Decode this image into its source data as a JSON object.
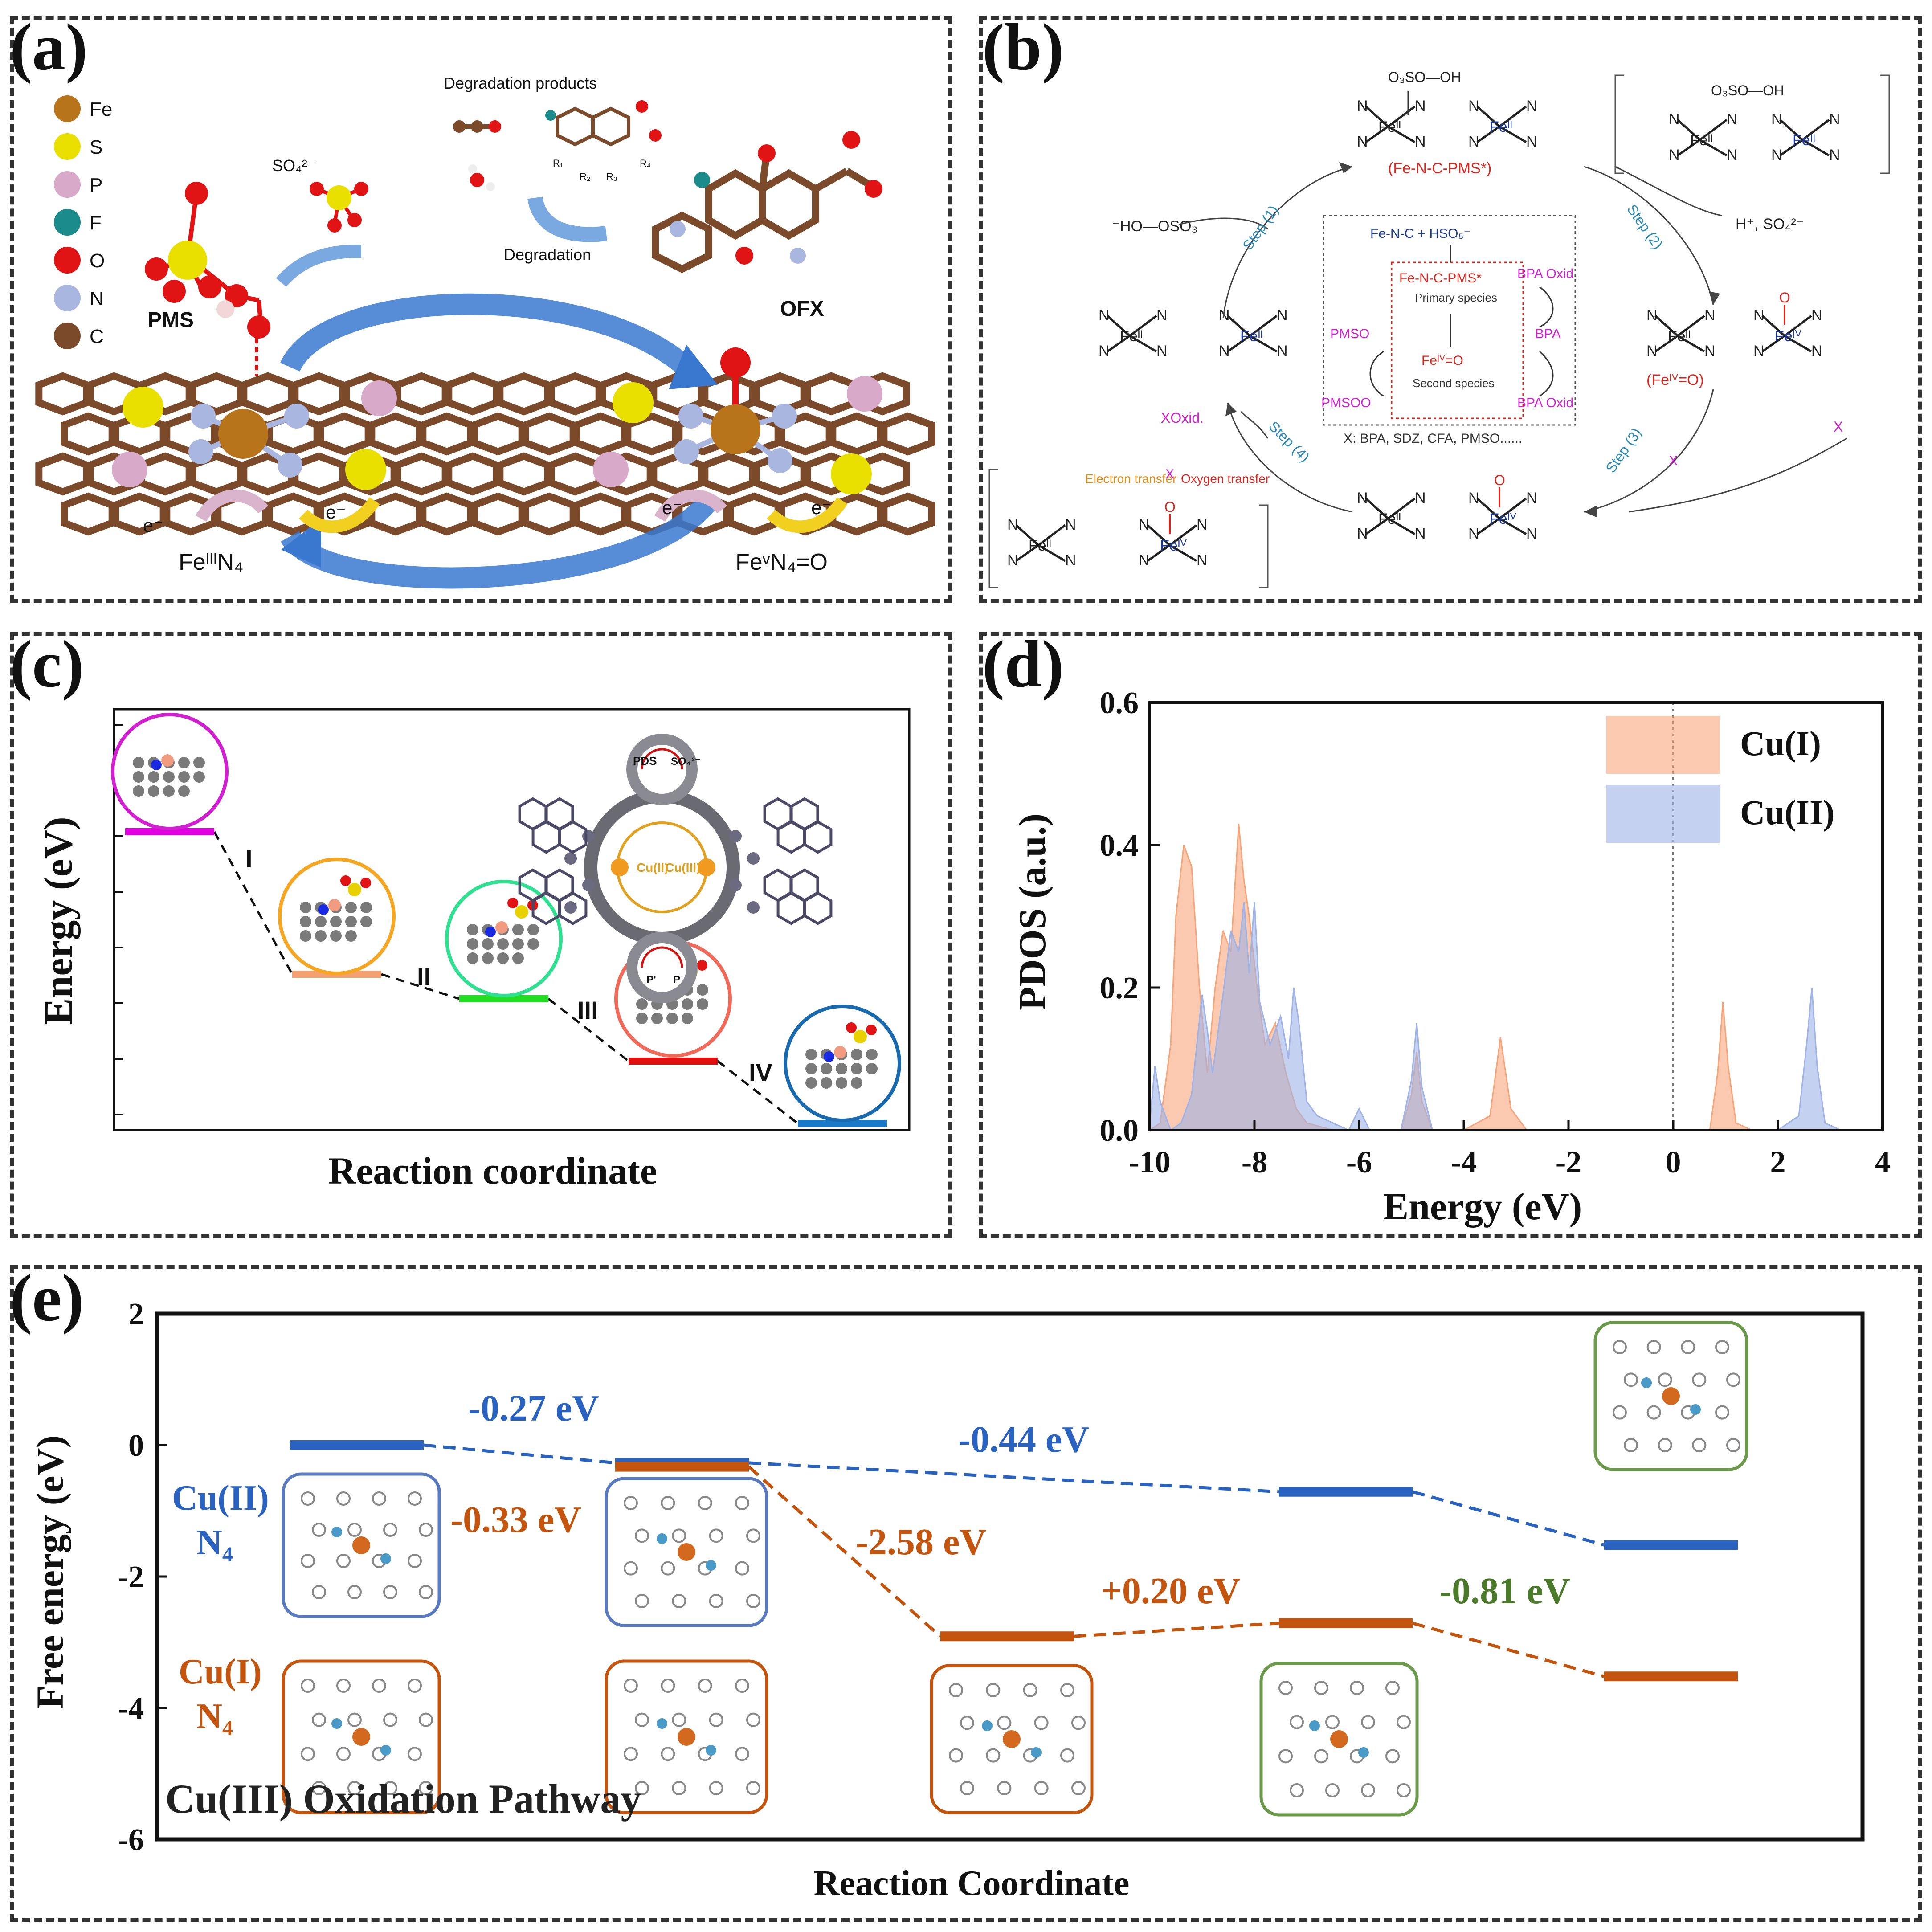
{
  "panel_a": {
    "label": "(a)",
    "legend": [
      "Fe",
      "S",
      "P",
      "F",
      "O",
      "N",
      "C"
    ],
    "legend_colors": [
      "#b8741a",
      "#e9e000",
      "#d8a9c9",
      "#1a8a8a",
      "#e01414",
      "#a9b6e0",
      "#7a4a2a"
    ],
    "pms": "PMS",
    "so4": "SO₄²⁻",
    "degradation_products": "Degradation products",
    "degradation": "Degradation",
    "ofx": "OFX",
    "r_labels": [
      "R₁",
      "R₂",
      "R₃",
      "R₄"
    ],
    "electron": "e⁻",
    "fe3": "FeᴵᴵᴵN₄",
    "fe5": "FeᵛN₄=O"
  },
  "panel_b": {
    "label": "(b)",
    "o3so_oh": "O₃SO—OH",
    "fe_n_c_pms": "(Fe-N-C-PMS*)",
    "ho_oso3": "⁻HO—OSO₃",
    "h_so4": "H⁺, SO₄²⁻",
    "step1": "Step (1)",
    "step2": "Step (2)",
    "step3": "Step (3)",
    "step4": "Step (4)",
    "fe_ii": "Feᴵᴵ",
    "fe_iv": "Feᴵⱽ",
    "fe_iv_o": "(Feᴵⱽ=O)",
    "box_top": "Fe-N-C + HSO₅⁻",
    "box_pms": "Fe-N-C-PMS*",
    "primary": "Primary species",
    "second": "Second species",
    "fe_iv_o_box": "Feᴵⱽ=O",
    "pmso": "PMSO",
    "pmsoo": "PMSOO",
    "bpa": "BPA",
    "bpa_oxid": "BPA Oxid",
    "x_list": "X: BPA, SDZ, CFA, PMSO......",
    "x_oxid": "XOxid.",
    "x": "X",
    "electron_transfer": "Electron transfer",
    "oxygen_transfer": "Oxygen transfer",
    "n": "N",
    "o": "O"
  },
  "panel_c": {
    "label": "(c)",
    "ylabel": "Energy (eV)",
    "xlabel": "Reaction coordinate",
    "steps": [
      "I",
      "II",
      "III",
      "IV"
    ],
    "pds": "PDS",
    "so4": "SO₄²⁻",
    "cu2": "Cu(II)",
    "cu3": "Cu(III)",
    "p": "P",
    "p_prime": "P'",
    "level_colors": [
      "#e000e0",
      "#f4a070",
      "#22dd22",
      "#e01010",
      "#1a7ac8"
    ],
    "circle_colors": [
      "#d020d0",
      "#f5a623",
      "#30e090",
      "#f06a5a",
      "#1a6ab0"
    ]
  },
  "panel_d": {
    "label": "(d)",
    "chart_data": {
      "type": "area",
      "xlabel": "Energy (eV)",
      "ylabel": "PDOS (a.u.)",
      "xlim": [
        -10,
        4
      ],
      "ylim": [
        0,
        0.6
      ],
      "xticks": [
        "-10",
        "-8",
        "-6",
        "-4",
        "-2",
        "0",
        "2",
        "4"
      ],
      "yticks": [
        "0.0",
        "0.2",
        "0.4",
        "0.6"
      ],
      "legend_position": "top-right",
      "fermi_level": 0,
      "series": [
        {
          "name": "Cu(I)",
          "color": "#f6a57a",
          "x": [
            -10,
            -9.8,
            -9.6,
            -9.5,
            -9.35,
            -9.2,
            -9.05,
            -8.9,
            -8.75,
            -8.6,
            -8.45,
            -8.3,
            -8.2,
            -8.1,
            -7.95,
            -7.8,
            -7.6,
            -7.4,
            -7.2,
            -7.0,
            -6.5,
            -6.0,
            -5.2,
            -5.0,
            -4.9,
            -4.8,
            -4.6,
            -4.0,
            -3.5,
            -3.3,
            -3.1,
            -2.8,
            -2.0,
            -1.0,
            0,
            0.7,
            0.85,
            0.95,
            1.05,
            1.2,
            1.5,
            2.0,
            3.0,
            4.0
          ],
          "y": [
            0.0,
            0.01,
            0.12,
            0.3,
            0.4,
            0.37,
            0.2,
            0.08,
            0.2,
            0.28,
            0.25,
            0.43,
            0.35,
            0.3,
            0.2,
            0.12,
            0.15,
            0.08,
            0.03,
            0.01,
            0.0,
            0.0,
            0.0,
            0.05,
            0.11,
            0.04,
            0.0,
            0.0,
            0.02,
            0.13,
            0.03,
            0.0,
            0.0,
            0.0,
            0.0,
            0.0,
            0.08,
            0.18,
            0.09,
            0.01,
            0.0,
            0.0,
            0.0,
            0.0
          ]
        },
        {
          "name": "Cu(II)",
          "color": "#9fb3e6",
          "x": [
            -10,
            -9.9,
            -9.8,
            -9.6,
            -9.4,
            -9.2,
            -9.0,
            -8.9,
            -8.8,
            -8.6,
            -8.45,
            -8.3,
            -8.2,
            -8.1,
            -8.0,
            -7.9,
            -7.7,
            -7.5,
            -7.35,
            -7.25,
            -7.15,
            -7.0,
            -6.8,
            -6.5,
            -6.2,
            -6.0,
            -5.8,
            -5.2,
            -5.0,
            -4.9,
            -4.8,
            -4.6,
            -4.0,
            -3.0,
            -1.5,
            -0.5,
            0,
            1.0,
            2.0,
            2.4,
            2.55,
            2.65,
            2.75,
            2.9,
            3.2,
            4.0
          ],
          "y": [
            0.01,
            0.09,
            0.04,
            0.0,
            0.01,
            0.05,
            0.19,
            0.14,
            0.08,
            0.19,
            0.28,
            0.25,
            0.32,
            0.22,
            0.32,
            0.18,
            0.12,
            0.16,
            0.1,
            0.2,
            0.15,
            0.04,
            0.02,
            0.01,
            0.0,
            0.03,
            0.0,
            0.0,
            0.07,
            0.15,
            0.06,
            0.0,
            0.0,
            0.0,
            0.0,
            0.0,
            0.0,
            0.0,
            0.0,
            0.02,
            0.12,
            0.2,
            0.09,
            0.01,
            0.0,
            0.0
          ]
        }
      ]
    }
  },
  "panel_e": {
    "label": "(e)",
    "chart_data": {
      "type": "line",
      "xlabel": "Reaction Coordinate",
      "ylabel": "Free energy (eV)",
      "ylim": [
        -6,
        2
      ],
      "yticks": [
        "2",
        "0",
        "-2",
        "-4",
        "-6"
      ],
      "series": [
        {
          "name": "Cu(II) N₄",
          "color": "#2a62c0",
          "levels": [
            0,
            -0.27,
            -0.71,
            -1.52
          ]
        },
        {
          "name": "Cu(I) N₄",
          "color": "#c4550e",
          "levels": [
            -0.33,
            -2.91,
            -2.71,
            -3.52
          ]
        }
      ],
      "annotations": [
        {
          "text": "-0.27 eV",
          "color": "#2a62c0"
        },
        {
          "text": "-0.44 eV",
          "color": "#2a62c0"
        },
        {
          "text": "-0.33 eV",
          "color": "#c4550e"
        },
        {
          "text": "-2.58 eV",
          "color": "#c4550e"
        },
        {
          "text": "+0.20 eV",
          "color": "#c4550e"
        },
        {
          "text": "-0.81 eV",
          "color": "#4a7a2a"
        }
      ],
      "pathway_label": "Cu(III) Oxidation Pathway",
      "cu2_label": [
        "Cu(II)",
        "N₄"
      ],
      "cu1_label": [
        "Cu(I)",
        "N₄"
      ]
    }
  }
}
